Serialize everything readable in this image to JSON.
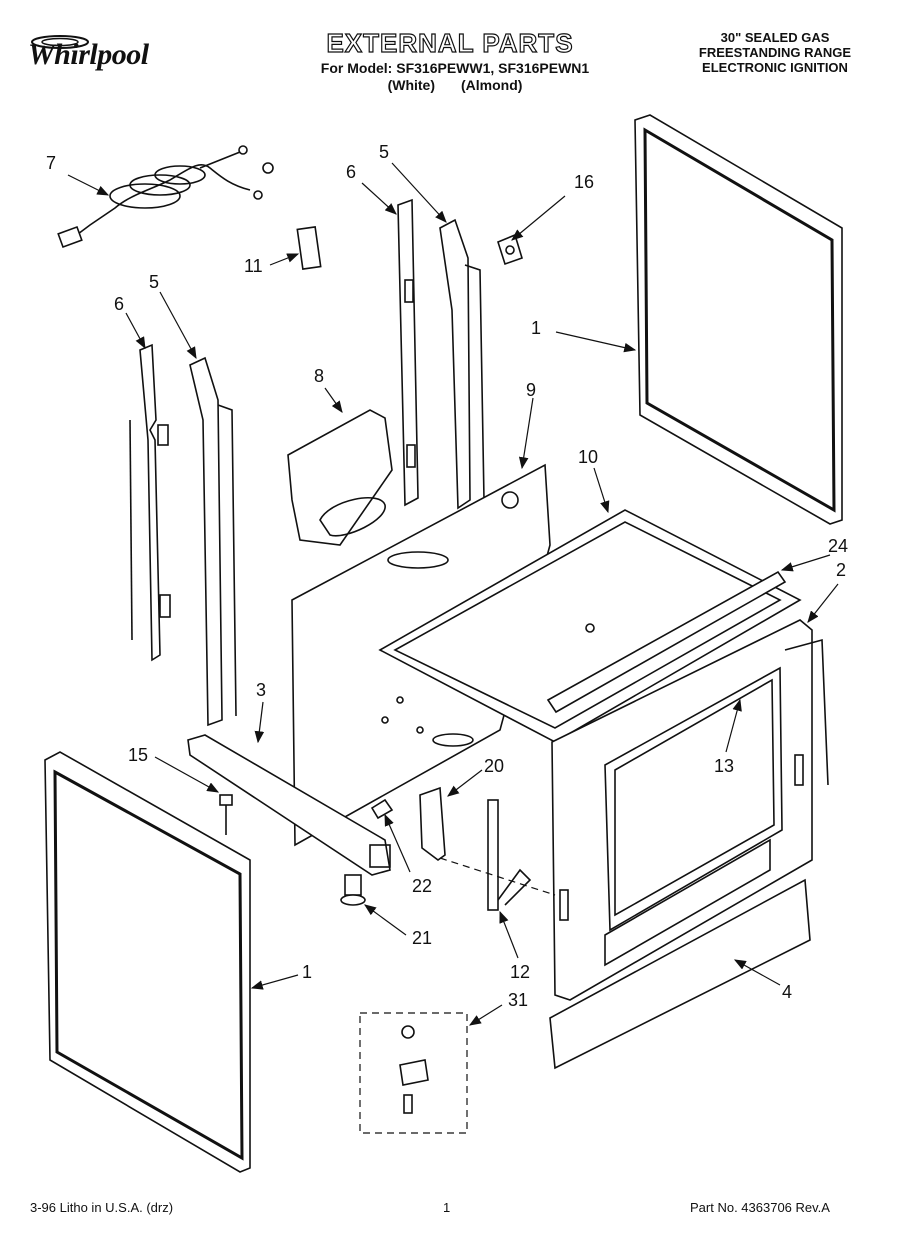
{
  "header": {
    "brand": "Whirlpool",
    "title": "EXTERNAL PARTS",
    "model_line": "For Model: SF316PEWW1, SF316PEWN1",
    "color_white": "(White)",
    "color_almond": "(Almond)",
    "range_line1": "30\" SEALED GAS",
    "range_line2": "FREESTANDING RANGE",
    "range_line3": "ELECTRONIC IGNITION"
  },
  "callouts": {
    "c7": "7",
    "c6a": "6",
    "c5a": "5",
    "c16": "16",
    "c11": "11",
    "c5b": "5",
    "c6b": "6",
    "c1a": "1",
    "c8": "8",
    "c9": "9",
    "c10": "10",
    "c24": "24",
    "c2": "2",
    "c3": "3",
    "c13": "13",
    "c15": "15",
    "c20": "20",
    "c22": "22",
    "c21": "21",
    "c1b": "1",
    "c12": "12",
    "c4": "4",
    "c31": "31"
  },
  "footer": {
    "litho": "3-96 Litho in U.S.A. (drz)",
    "page": "1",
    "part_no": "Part No. 4363706 Rev.A"
  }
}
